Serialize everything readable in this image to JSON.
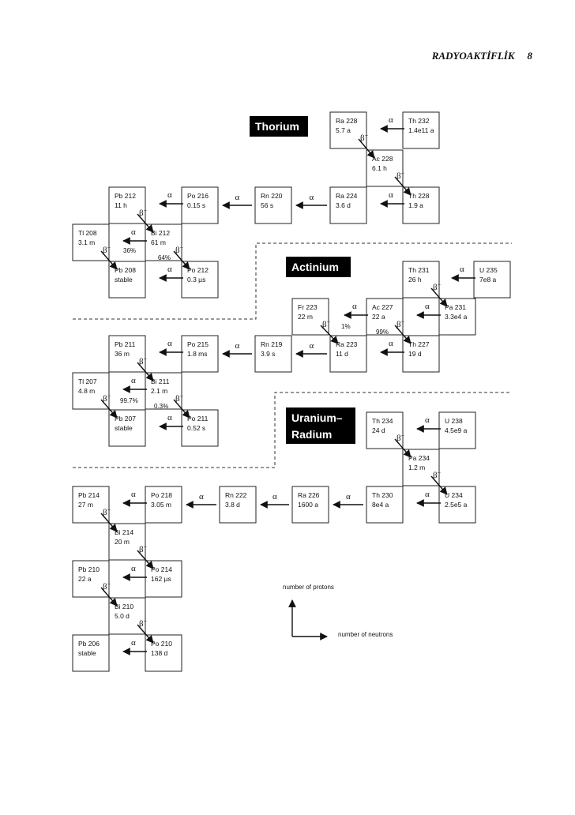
{
  "header": {
    "title": "RADYOAKTİFLİK",
    "page": "8"
  },
  "sections": {
    "thorium": "Thorium",
    "actinium": "Actinium",
    "uranium1": "Uranium–",
    "uranium2": "Radium"
  },
  "symbols": {
    "alpha": "α",
    "beta": "β",
    "betaSup": "−"
  },
  "axes": {
    "protons": "number of protons",
    "neutrons": "number of neutrons"
  },
  "nuclides": {
    "th_ra228": [
      "Ra 228",
      "5.7 a"
    ],
    "th_th232": [
      "Th 232",
      "1.4e11 a"
    ],
    "th_ac228": [
      "Ac 228",
      "6.1 h"
    ],
    "th_ra224": [
      "Ra 224",
      "3.6 d"
    ],
    "th_th228": [
      "Th 228",
      "1.9 a"
    ],
    "th_rn220": [
      "Rn 220",
      "56 s"
    ],
    "th_po216": [
      "Po 216",
      "0.15 s"
    ],
    "th_pb212": [
      "Pb 212",
      "11 h"
    ],
    "th_bi212": [
      "Bi 212",
      "61 m"
    ],
    "th_tl208": [
      "Tl 208",
      "3.1 m"
    ],
    "th_pb208": [
      "Pb 208",
      "stable"
    ],
    "th_po212": [
      "Po 212",
      "0.3 µs"
    ],
    "ac_th231": [
      "Th 231",
      "26 h"
    ],
    "ac_u235": [
      "U 235",
      "7e8 a"
    ],
    "ac_pa231": [
      "Pa 231",
      "3.3e4 a"
    ],
    "ac_fr223": [
      "Fr 223",
      "22 m"
    ],
    "ac_ac227": [
      "Ac 227",
      "22 a"
    ],
    "ac_ra223": [
      "Ra 223",
      "11 d"
    ],
    "ac_th227": [
      "Th 227",
      "19 d"
    ],
    "ac_rn219": [
      "Rn 219",
      "3.9 s"
    ],
    "ac_po215": [
      "Po 215",
      "1.8 ms"
    ],
    "ac_pb211": [
      "Pb 211",
      "36 m"
    ],
    "ac_bi211": [
      "Bi 211",
      "2.1 m"
    ],
    "ac_tl207": [
      "Tl 207",
      "4.8 m"
    ],
    "ac_pb207": [
      "Pb 207",
      "stable"
    ],
    "ac_po211": [
      "Po 211",
      "0.52 s"
    ],
    "u_th234": [
      "Th 234",
      "24 d"
    ],
    "u_u238": [
      "U 238",
      "4.5e9 a"
    ],
    "u_pa234": [
      "Pa 234",
      "1.2 m"
    ],
    "u_th230": [
      "Th 230",
      "8e4 a"
    ],
    "u_u234": [
      "U 234",
      "2.5e5 a"
    ],
    "u_ra226": [
      "Ra 226",
      "1600 a"
    ],
    "u_rn222": [
      "Rn 222",
      "3.8 d"
    ],
    "u_po218": [
      "Po 218",
      "3.05 m"
    ],
    "u_pb214": [
      "Pb 214",
      "27 m"
    ],
    "u_bi214": [
      "Bi 214",
      "20 m"
    ],
    "u_pb210": [
      "Pb 210",
      "22 a"
    ],
    "u_po214": [
      "Po 214",
      "162 µs"
    ],
    "u_bi210": [
      "Bi 210",
      "5.0 d"
    ],
    "u_pb206": [
      "Pb 206",
      "stable"
    ],
    "u_po210": [
      "Po 210",
      "138 d"
    ]
  },
  "branches": {
    "th_a": "36%",
    "th_b": "64%",
    "ac_fr": "1%",
    "ac_ac": "99%",
    "ac_bi_a": "99.7%",
    "ac_bi_b": "0.3%"
  }
}
